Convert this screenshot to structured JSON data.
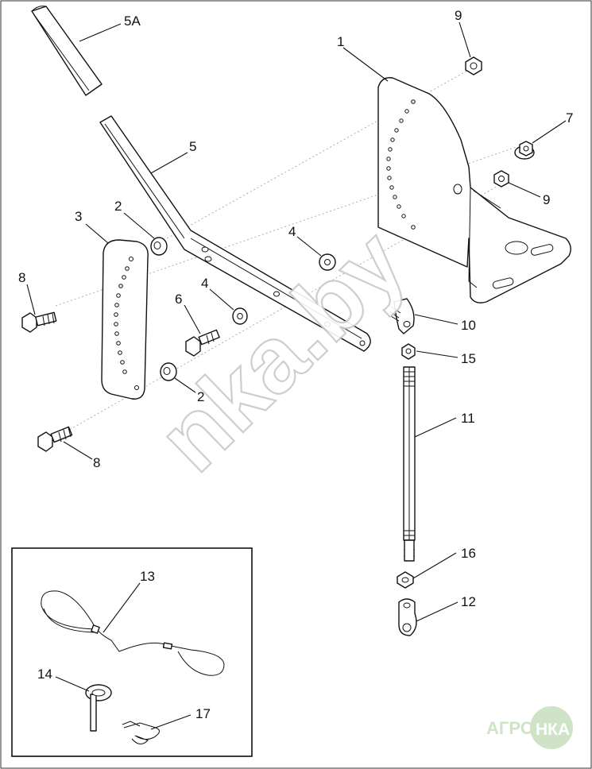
{
  "callouts": {
    "c5a": "5A",
    "c9a": "9",
    "c1": "1",
    "c5": "5",
    "c7": "7",
    "c9b": "9",
    "c3": "3",
    "c2a": "2",
    "c4a": "4",
    "c8a": "8",
    "c6": "6",
    "c4b": "4",
    "c10": "10",
    "c15": "15",
    "c11": "11",
    "c2b": "2",
    "c8b": "8",
    "c16": "16",
    "c12": "12",
    "c13": "13",
    "c14": "14",
    "c17": "17"
  },
  "watermark": "nka.by",
  "logo": {
    "left_text": "АГРО",
    "right_text": "НКА",
    "color": "#cfe3c6"
  }
}
